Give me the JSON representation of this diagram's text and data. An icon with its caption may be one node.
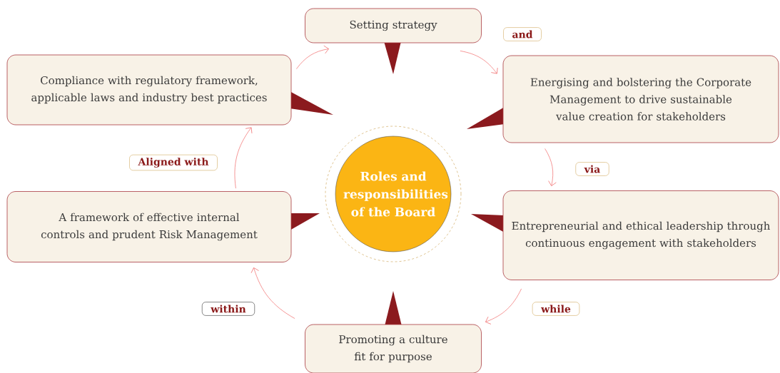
{
  "diagram": {
    "nodes": [
      {
        "text": [
          "Roles and responsibilities of the Board"
        ]
      },
      {
        "text": [
          "Setting strategy"
        ]
      },
      {
        "text": [
          "Energising and bolstering the Corporate Management to drive sustainable value creation for stakeholders"
        ]
      },
      {
        "text": [
          "Entrepreneurial and ethical leadership through continuous engagement with stakeholders"
        ]
      },
      {
        "text": [
          "Promoting a culture fit for purpose"
        ]
      },
      {
        "text": [
          "A framework of effective internal controls and prudent Risk Management"
        ]
      },
      {
        "text": [
          "Compliance with regulatory framework, applicable laws and industry best practices"
        ]
      }
    ],
    "edges": [
      {
        "from": 1,
        "to": 2,
        "arrow": "to",
        "label": "and"
      },
      {
        "from": 2,
        "to": 3,
        "arrow": "to",
        "label": "via"
      },
      {
        "from": 3,
        "to": 4,
        "arrow": "to",
        "label": "while"
      },
      {
        "from": 4,
        "to": 5,
        "arrow": "to",
        "label": "within"
      },
      {
        "from": 5,
        "to": 6,
        "arrow": "to",
        "label": "Aligned with"
      },
      {
        "from": 6,
        "to": 1,
        "arrow": "to"
      }
    ]
  }
}
